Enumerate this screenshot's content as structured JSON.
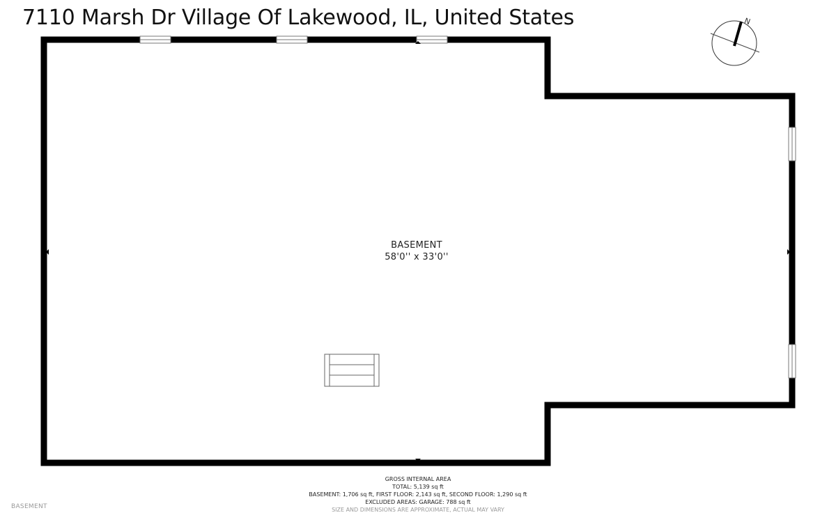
{
  "header": {
    "title": "7110 Marsh Dr Village Of Lakewood, IL, United States"
  },
  "compass": {
    "north_label": "N",
    "icon": "north-arrow-compass"
  },
  "room": {
    "name": "BASEMENT",
    "dimensions": "58'0'' x 33'0''"
  },
  "area_summary": {
    "heading": "GROSS INTERNAL AREA",
    "total": "TOTAL: 5,139 sq ft",
    "breakdown": "BASEMENT: 1,706 sq ft, FIRST FLOOR: 2,143 sq ft, SECOND FLOOR: 1,290 sq ft",
    "excluded": "EXCLUDED AREAS: GARAGE: 788 sq ft",
    "disclaimer": "SIZE AND DIMENSIONS ARE APPROXIMATE, ACTUAL MAY VARY"
  },
  "floor_tag": "BASEMENT",
  "colors": {
    "wall": "#000000",
    "window": "#888888",
    "background": "#ffffff"
  }
}
